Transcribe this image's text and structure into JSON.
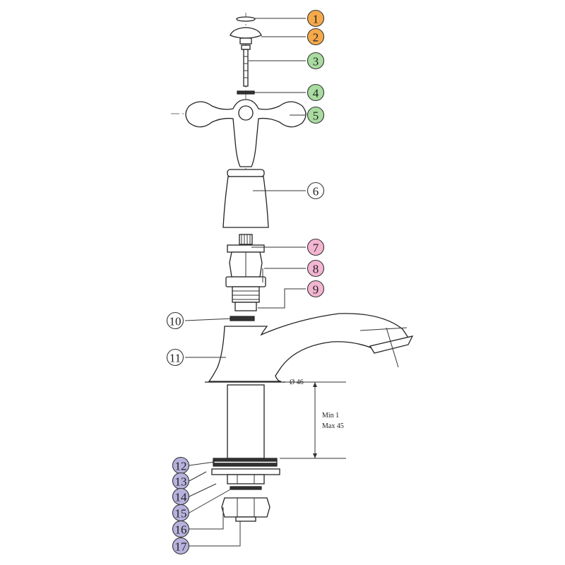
{
  "colors": {
    "orange": "#f5a94a",
    "green": "#a9dca0",
    "pink": "#f3b5d1",
    "purple": "#b7b2dd",
    "white": "#ffffff"
  },
  "callouts": [
    {
      "label": "1",
      "color": "orange"
    },
    {
      "label": "2",
      "color": "orange"
    },
    {
      "label": "3",
      "color": "green"
    },
    {
      "label": "4",
      "color": "green"
    },
    {
      "label": "5",
      "color": "green"
    },
    {
      "label": "6",
      "color": "white"
    },
    {
      "label": "7",
      "color": "pink"
    },
    {
      "label": "8",
      "color": "pink"
    },
    {
      "label": "9",
      "color": "pink"
    },
    {
      "label": "10",
      "color": "white"
    },
    {
      "label": "11",
      "color": "white"
    },
    {
      "label": "12",
      "color": "purple"
    },
    {
      "label": "13",
      "color": "purple"
    },
    {
      "label": "14",
      "color": "purple"
    },
    {
      "label": "15",
      "color": "purple"
    },
    {
      "label": "16",
      "color": "purple"
    },
    {
      "label": "17",
      "color": "purple"
    }
  ],
  "dimensions": {
    "diameter": "Ø 46",
    "min": "Min 1",
    "max": "Max 45"
  }
}
